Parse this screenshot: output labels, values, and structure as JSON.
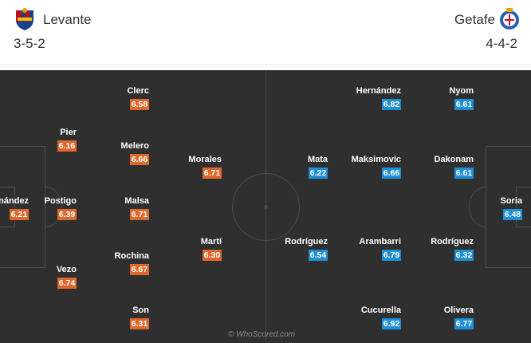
{
  "home": {
    "name": "Levante",
    "formation": "3-5-2",
    "badge_icon": "levante-crest-icon",
    "rating_color": "#e0672c",
    "players": [
      {
        "name": "Fernández",
        "rating": "6.21"
      },
      {
        "name": "Pier",
        "rating": "6.16"
      },
      {
        "name": "Postigo",
        "rating": "6.39"
      },
      {
        "name": "Vezo",
        "rating": "6.74"
      },
      {
        "name": "Clerc",
        "rating": "6.58"
      },
      {
        "name": "Melero",
        "rating": "6.66"
      },
      {
        "name": "Malsa",
        "rating": "6.71"
      },
      {
        "name": "Rochina",
        "rating": "6.67"
      },
      {
        "name": "Son",
        "rating": "6.31"
      },
      {
        "name": "Morales",
        "rating": "6.71"
      },
      {
        "name": "Martí",
        "rating": "6.30"
      }
    ]
  },
  "away": {
    "name": "Getafe",
    "formation": "4-4-2",
    "badge_icon": "getafe-crest-icon",
    "rating_color": "#1d8fd6",
    "players": [
      {
        "name": "Soria",
        "rating": "6.48"
      },
      {
        "name": "Nyom",
        "rating": "6.61"
      },
      {
        "name": "Dakonam",
        "rating": "6.61"
      },
      {
        "name": "Rodríguez",
        "rating": "6.32"
      },
      {
        "name": "Olivera",
        "rating": "6.77"
      },
      {
        "name": "Hernández",
        "rating": "6.82"
      },
      {
        "name": "Maksimovic",
        "rating": "6.66"
      },
      {
        "name": "Arambarri",
        "rating": "6.79"
      },
      {
        "name": "Cucurella",
        "rating": "6.92"
      },
      {
        "name": "Mata",
        "rating": "6.22"
      },
      {
        "name": "Rodríguez",
        "rating": "6.54"
      }
    ]
  },
  "watermark": "© WhoScored.com"
}
